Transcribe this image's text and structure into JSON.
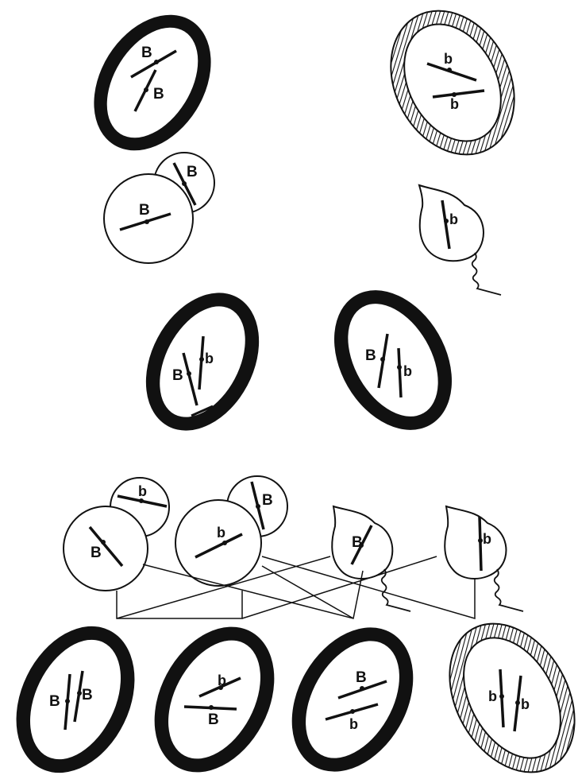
{
  "colors": {
    "ink": "#111111",
    "background": "#ffffff"
  },
  "labels": {
    "parent_dominant": [
      "B",
      "B"
    ],
    "parent_recessive": [
      "b",
      "b"
    ],
    "pollen_dominant": [
      "B",
      "B"
    ],
    "ovule_recessive": "b",
    "f1_left": [
      "B",
      "b"
    ],
    "f1_right": [
      "B",
      "b"
    ],
    "gametes_pollen_1": "b",
    "gametes_pollen_1b": "B",
    "gametes_pollen_2": "b",
    "gametes_pollen_2b": "B",
    "gametes_ovule_1": "B",
    "gametes_ovule_2": "b",
    "offspring_1": [
      "B",
      "B"
    ],
    "offspring_2": [
      "b",
      "B"
    ],
    "offspring_3": [
      "B",
      "b"
    ],
    "offspring_4": [
      "b",
      "b"
    ]
  },
  "genotype_fill": {
    "dominant": "solid-black-ring",
    "recessive": "hatched-ring"
  }
}
